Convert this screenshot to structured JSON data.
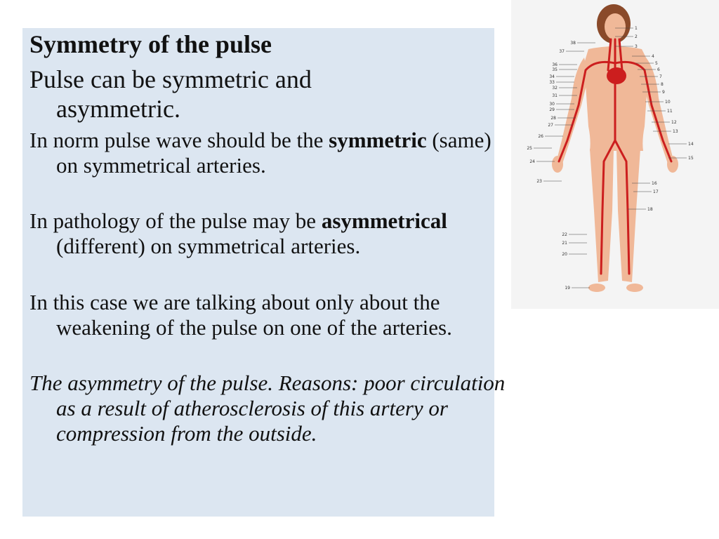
{
  "slide": {
    "title": "Symmetry of the pulse",
    "intro": "Pulse can be symmetric and asymmetric.",
    "p3_before": "In norm pulse wave should be the",
    "p3_bold": "symmetric",
    "p3_after": "(same) on symmetrical arteries.",
    "p4_before": "In pathology of the pulse may be",
    "p4_bold": "asymmetrical",
    "p4_after": "(different) on symmetrical arteries.",
    "p5": "In this case we are talking about only about the weakening of the pulse on one of the arteries.",
    "p6": "The asymmetry of the pulse. Reasons: poor circulation as a result of atherosclerosis of this artery or compression from the outside."
  },
  "figure": {
    "labels_right": [
      "1",
      "2",
      "3",
      "4",
      "5",
      "6",
      "7",
      "8",
      "9",
      "10",
      "11",
      "12",
      "13",
      "14",
      "15",
      "16",
      "17",
      "18"
    ],
    "labels_left": [
      "38",
      "37",
      "36",
      "35",
      "34",
      "33",
      "32",
      "31",
      "30",
      "29",
      "28",
      "27",
      "26",
      "25",
      "24",
      "23",
      "22",
      "21",
      "20",
      "19"
    ],
    "colors": {
      "skin": "#f0b898",
      "artery": "#cc1e1e",
      "hair": "#8a4a2a",
      "panel": "#dce6f1"
    }
  }
}
